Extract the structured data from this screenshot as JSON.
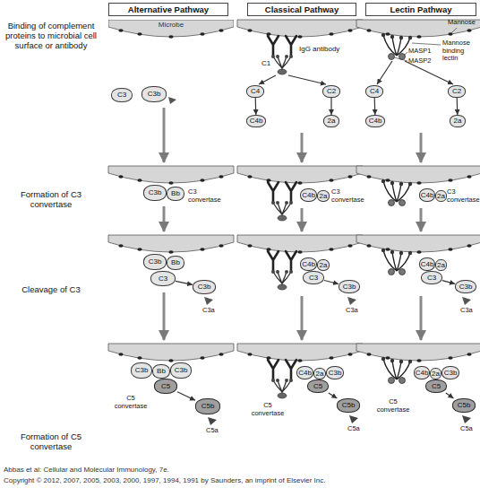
{
  "diagram": {
    "nodes": [
      {
        "text": [
          "Alternative Pathway"
        ]
      },
      {
        "text": [
          "Classical Pathway"
        ]
      },
      {
        "text": [
          "Lectin Pathway"
        ]
      },
      {
        "text": [
          "Microbe"
        ]
      },
      {
        "text": [
          "C3"
        ]
      },
      {
        "text": [
          "C3b"
        ]
      },
      {
        "text": [
          "C3b"
        ]
      },
      {
        "text": [
          "Bb"
        ]
      },
      {
        "text": [
          "C3b"
        ]
      },
      {
        "text": [
          "Bb"
        ]
      },
      {
        "text": [
          "C3"
        ]
      },
      {
        "text": [
          "C3b"
        ]
      },
      {
        "text": [
          "C3b"
        ]
      },
      {
        "text": [
          "Bb"
        ]
      },
      {
        "text": [
          "C3b"
        ]
      },
      {
        "text": [
          "C5"
        ]
      },
      {
        "text": [
          "C5b"
        ]
      },
      {
        "text": [
          "C4"
        ]
      },
      {
        "text": [
          "C2"
        ]
      },
      {
        "text": [
          "C4b"
        ]
      },
      {
        "text": [
          "2a"
        ]
      },
      {
        "text": [
          "C4b"
        ]
      },
      {
        "text": [
          "2a"
        ]
      },
      {
        "text": [
          "C4b"
        ]
      },
      {
        "text": [
          "2a"
        ]
      },
      {
        "text": [
          "C3"
        ]
      },
      {
        "text": [
          "C3b"
        ]
      },
      {
        "text": [
          "C4b"
        ]
      },
      {
        "text": [
          "2a"
        ]
      },
      {
        "text": [
          "C3b"
        ]
      },
      {
        "text": [
          "C5"
        ]
      },
      {
        "text": [
          "C5b"
        ]
      },
      {
        "text": [
          "C4"
        ]
      },
      {
        "text": [
          "C2"
        ]
      },
      {
        "text": [
          "C4b"
        ]
      },
      {
        "text": [
          "2a"
        ]
      },
      {
        "text": [
          "C4b"
        ]
      },
      {
        "text": [
          "2a"
        ]
      },
      {
        "text": [
          "C4b"
        ]
      },
      {
        "text": [
          "2a"
        ]
      },
      {
        "text": [
          "C3"
        ]
      },
      {
        "text": [
          "C3b"
        ]
      },
      {
        "text": [
          "C4b"
        ]
      },
      {
        "text": [
          "2a"
        ]
      },
      {
        "text": [
          "C3b"
        ]
      },
      {
        "text": [
          "C5"
        ]
      },
      {
        "text": [
          "C5b"
        ]
      }
    ],
    "edges": [
      {
        "from": 17,
        "to": 19,
        "arrow": "to"
      },
      {
        "from": 18,
        "to": 20,
        "arrow": "to"
      },
      {
        "from": 10,
        "to": 11,
        "arrow": "to"
      },
      {
        "from": 15,
        "to": 16,
        "arrow": "to"
      },
      {
        "from": 25,
        "to": 26,
        "arrow": "to"
      },
      {
        "from": 30,
        "to": 31,
        "arrow": "to"
      },
      {
        "from": 32,
        "to": 34,
        "arrow": "to"
      },
      {
        "from": 33,
        "to": 35,
        "arrow": "to"
      },
      {
        "from": 40,
        "to": 41,
        "arrow": "to"
      },
      {
        "from": 45,
        "to": 46,
        "arrow": "to"
      }
    ],
    "labels": [
      "Binding of complement proteins to microbial cell surface or antibody",
      "Formation of C3 convertase",
      "Cleavage of C3",
      "Formation of C5 convertase",
      "IgG antibody",
      "C1",
      "Mannose",
      "MASP1",
      "MASP2",
      "Mannose binding lectin",
      "C3 convertase",
      "C3 convertase",
      "C3 convertase",
      "C3a",
      "C3a",
      "C3a",
      "C5 convertase",
      "C5 convertase",
      "C5 convertase",
      "C5a",
      "C5a",
      "C5a",
      "Abbas et al: Cellular and Molecular Immunology, 7e.",
      "Copyright © 2012, 2007, 2005, 2003, 2000, 1997, 1994, 1991 by Saunders, an imprint of Elsevier Inc."
    ]
  }
}
